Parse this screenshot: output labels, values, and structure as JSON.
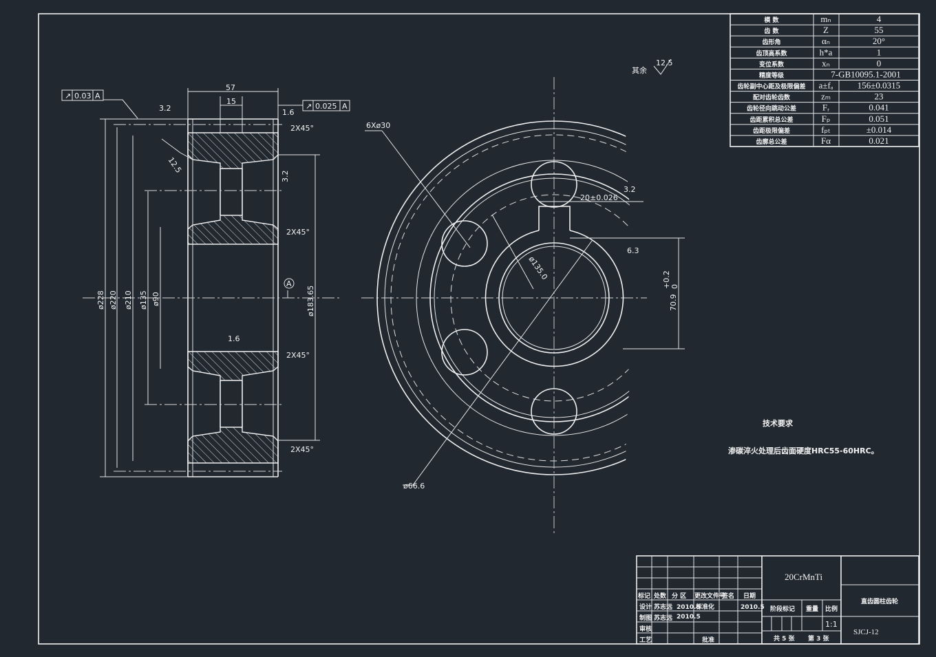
{
  "title_block": {
    "material": "20CrMnTi",
    "part_name": "直齿圆柱齿轮",
    "drawing_no": "SJCJ-12",
    "headers": [
      "标记",
      "处数",
      "分 区",
      "更改文件号",
      "签名",
      "日期"
    ],
    "design_label": "设计",
    "designer": "苏志远",
    "design_date": "2010.5",
    "std_label": "标准化",
    "std_date": "2010.5",
    "draw_label": "制图",
    "drafter": "苏志远",
    "draw_date": "2010.5",
    "review_label": "审核",
    "process_label": "工艺",
    "approve_label": "批准",
    "stage_label": "阶段标记",
    "weight_label": "重量",
    "scale_label": "比例",
    "scale": "1:1",
    "sheets": "共 5 张",
    "sheet_no": "第 3 张"
  },
  "params": [
    {
      "name": "模  数",
      "symbol": "mₙ",
      "value": "4"
    },
    {
      "name": "齿  数",
      "symbol": "Z",
      "value": "55"
    },
    {
      "name": "齿形角",
      "symbol": "αₙ",
      "value": "20°"
    },
    {
      "name": "齿顶高系数",
      "symbol": "h*a",
      "value": "1"
    },
    {
      "name": "变位系数",
      "symbol": "xₙ",
      "value": "0"
    },
    {
      "name": "精度等级",
      "symbol": "",
      "value": "7-GB10095.1-2001"
    },
    {
      "name": "齿轮副中心距及极限偏差",
      "symbol": "a±fₐ",
      "value": "156±0.0315"
    },
    {
      "name": "配对齿轮齿数",
      "symbol": "zₘ",
      "value": "23"
    },
    {
      "name": "齿轮径向跳动公差",
      "symbol": "Fᵣ",
      "value": "0.041"
    },
    {
      "name": "齿距累积总公差",
      "symbol": "Fₚ",
      "value": "0.051"
    },
    {
      "name": "齿距极限偏差",
      "symbol": "fₚₜ",
      "value": "±0.014"
    },
    {
      "name": "齿廓总公差",
      "symbol": "Fα",
      "value": "0.021"
    }
  ],
  "tech": {
    "title": "技术要求",
    "note": "渗碳淬火处理后齿面硬度HRC55-60HRC。"
  },
  "rest_roughness": {
    "label": "其余",
    "value": "12.5"
  },
  "left_view": {
    "width_total": "57",
    "web_width": "15",
    "tol1": {
      "symbol": "↗",
      "value": "0.03",
      "datum": "A"
    },
    "tol2": {
      "symbol": "↗",
      "value": "0.025",
      "datum": "A"
    },
    "ra_top": "3.2",
    "ra_face": "1.6",
    "ra_side": "12.5",
    "ra_bore": "3.2",
    "ra_web": "1.6",
    "chamfer": "2X45°",
    "diameters": [
      "ø228",
      "ø220",
      "ø210",
      "ø135",
      "ø90"
    ],
    "d_right": "ø183.65",
    "datum": "A"
  },
  "right_view": {
    "holes": "6Xø30",
    "key_width": "20±0.026",
    "ra_key": "3.2",
    "ra_key2": "6.3",
    "hub_dia": "ø135.0",
    "key_depth": "70.9",
    "key_tol": "+0.2",
    "key_tol2": "0",
    "pitch_dia": "ø66.6"
  }
}
